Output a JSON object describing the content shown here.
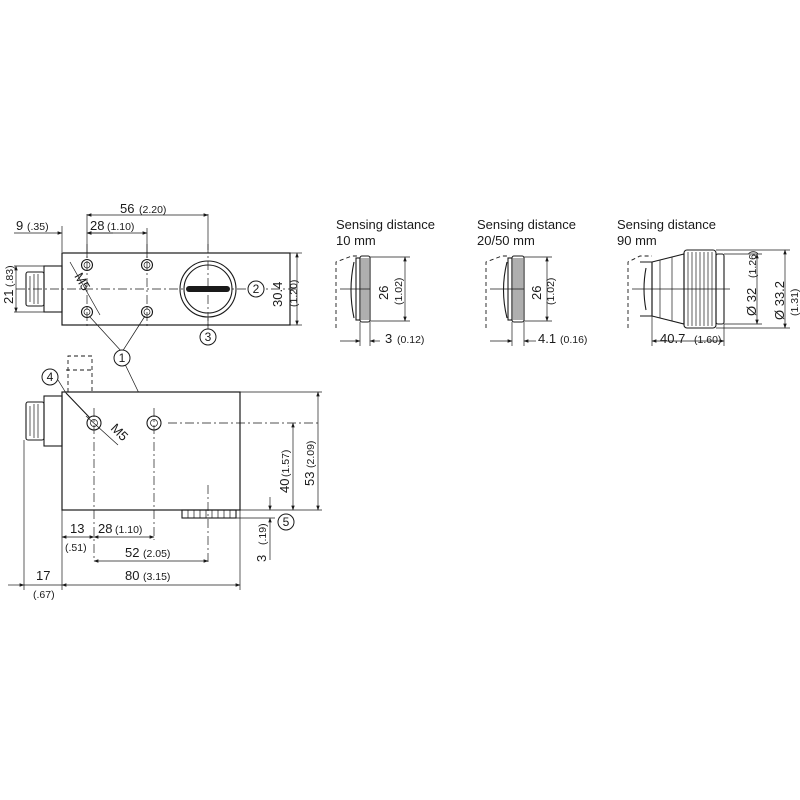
{
  "callouts": [
    "1",
    "2",
    "3",
    "4",
    "5"
  ],
  "thread_label": "M5",
  "top_view": {
    "dim_56": "56",
    "dim_56_in": "(2.20)",
    "dim_9": "9",
    "dim_9_in": "(.35)",
    "dim_28": "28",
    "dim_28_in": "(1.10)",
    "dim_21": "21",
    "dim_21_in": "(.83)",
    "dim_30_4": "30.4",
    "dim_30_4_in": "(1.20)"
  },
  "front_view": {
    "dim_40": "40",
    "dim_40_in": "(1.57)",
    "dim_53": "53",
    "dim_53_in": "(2.09)",
    "dim_13": "13",
    "dim_13_in": "(.51)",
    "dim_28": "28",
    "dim_28_in": "(1.10)",
    "dim_52": "52",
    "dim_52_in": "(2.05)",
    "dim_3": "3",
    "dim_3_in": "(.19)",
    "dim_17": "17",
    "dim_17_in": "(.67)",
    "dim_80": "80",
    "dim_80_in": "(3.15)"
  },
  "lens_10": {
    "heading_line1": "Sensing distance",
    "heading_line2": "10 mm",
    "dim_26": "26",
    "dim_26_in": "(1.02)",
    "dim_3": "3",
    "dim_3_in": "(0.12)"
  },
  "lens_20_50": {
    "heading_line1": "Sensing distance",
    "heading_line2": "20/50 mm",
    "dim_26": "26",
    "dim_26_in": "(1.02)",
    "dim_4_1": "4.1",
    "dim_4_1_in": "(0.16)"
  },
  "lens_90": {
    "heading_line1": "Sensing distance",
    "heading_line2": "90 mm",
    "dim_32": "Ø 32",
    "dim_32_in": "(1.26)",
    "dim_33_2": "Ø 33.2",
    "dim_33_2_in": "(1.31)",
    "dim_40_7": "40.7",
    "dim_40_7_in": "(1.60)"
  }
}
